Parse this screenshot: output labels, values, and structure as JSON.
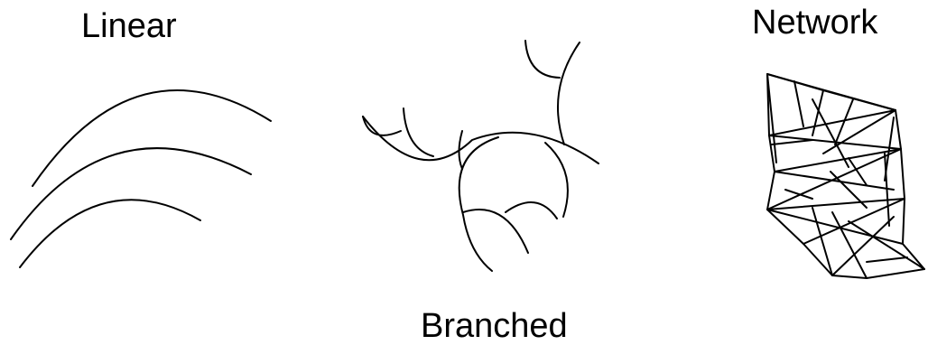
{
  "labels": {
    "linear": "Linear",
    "branched": "Branched",
    "network": "Network"
  },
  "colors": {
    "stroke": "#000000",
    "background": "#ffffff"
  }
}
